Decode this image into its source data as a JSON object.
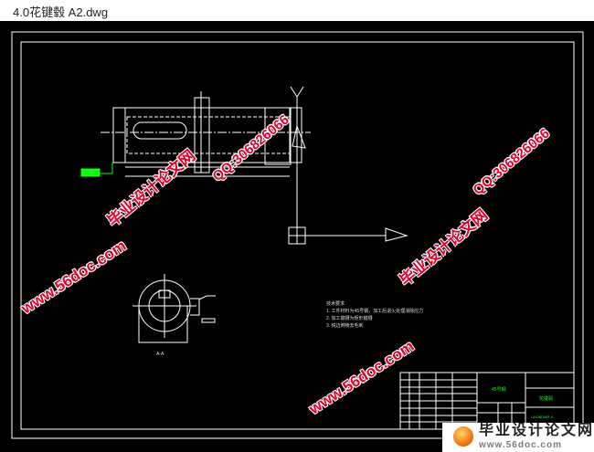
{
  "window": {
    "title": "4.0花键毂 A2.dwg"
  },
  "drawing": {
    "section_label": "A-A",
    "notes": [
      "技术要求",
      "1. 工件材料为45号钢，加工后退火处理消除应力",
      "2. 加工键槽为矩形键槽",
      "3. 锐边倒棱去毛刺"
    ],
    "title_block": {
      "material": "45号钢",
      "part_name": "花键毂",
      "drawing_no": "LWDBDMR-4"
    }
  },
  "watermarks": {
    "site_cn": "毕业设计论文网",
    "site_url": "www.56doc.com",
    "qq": "QQ:306826066"
  },
  "logo": {
    "cn": "毕业设计论文网",
    "url": "www.56doc.com"
  },
  "colors": {
    "background": "#000000",
    "lines": "#ffffff",
    "annotation": "#00ff00",
    "watermark": "#e0002a"
  }
}
